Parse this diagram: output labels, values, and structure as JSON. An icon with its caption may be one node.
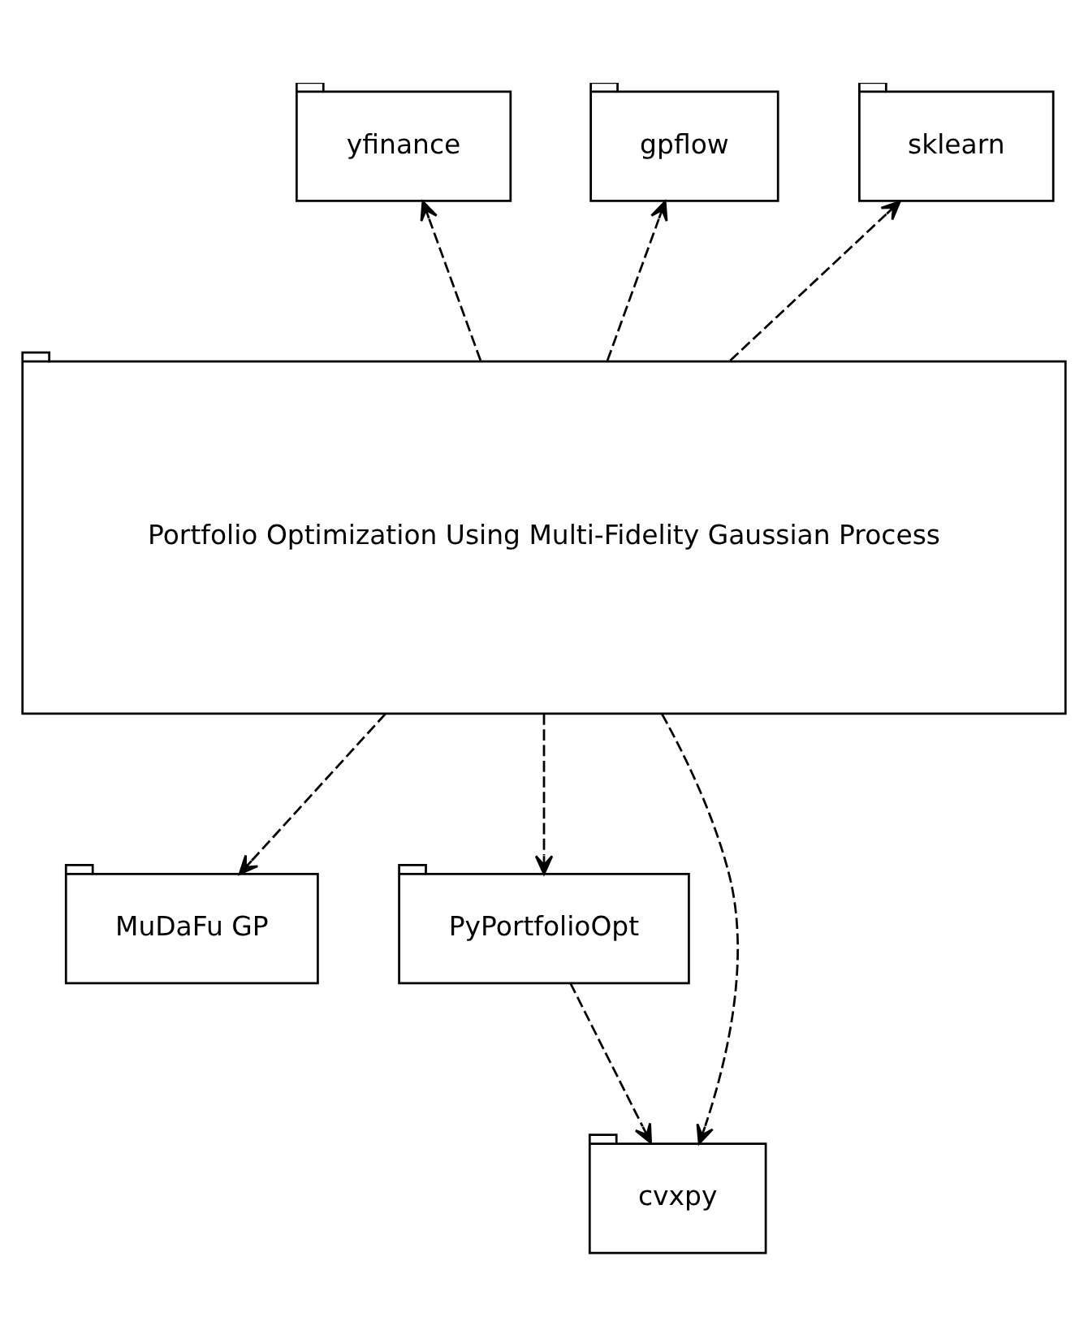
{
  "diagram": {
    "nodes": [
      {
        "text": [
          "yfinance"
        ]
      },
      {
        "text": [
          "gpflow"
        ]
      },
      {
        "text": [
          "sklearn"
        ]
      },
      {
        "text": [
          "Portfolio Optimization Using Multi-Fidelity Gaussian Process"
        ]
      },
      {
        "text": [
          "MuDaFu GP"
        ]
      },
      {
        "text": [
          "PyPortfolioOpt"
        ]
      },
      {
        "text": [
          "cvxpy"
        ]
      }
    ],
    "edges": [
      {
        "from": 3,
        "to": 0,
        "arrow": "to",
        "style": "dashed"
      },
      {
        "from": 3,
        "to": 1,
        "arrow": "to",
        "style": "dashed"
      },
      {
        "from": 3,
        "to": 2,
        "arrow": "to",
        "style": "dashed"
      },
      {
        "from": 3,
        "to": 4,
        "arrow": "to",
        "style": "dashed"
      },
      {
        "from": 3,
        "to": 5,
        "arrow": "to",
        "style": "dashed"
      },
      {
        "from": 5,
        "to": 6,
        "arrow": "to",
        "style": "dashed"
      },
      {
        "from": 3,
        "to": 6,
        "arrow": "to",
        "style": "dashed"
      }
    ]
  }
}
